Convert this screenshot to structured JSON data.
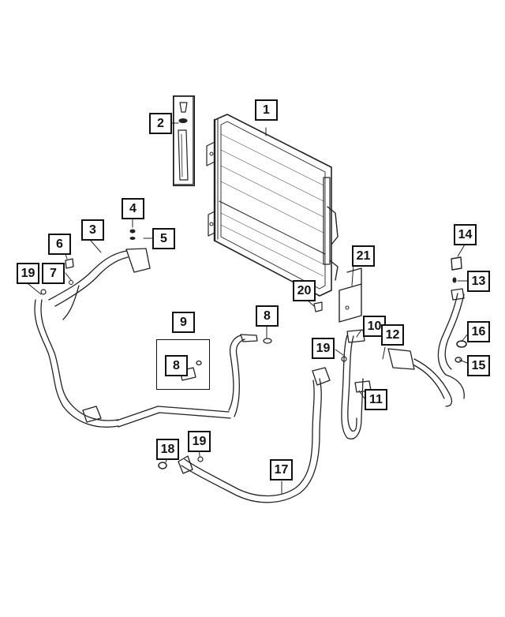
{
  "diagram": {
    "callouts": [
      {
        "id": "c1",
        "label": "1"
      },
      {
        "id": "c2",
        "label": "2"
      },
      {
        "id": "c3",
        "label": "3"
      },
      {
        "id": "c4",
        "label": "4"
      },
      {
        "id": "c5",
        "label": "5"
      },
      {
        "id": "c6",
        "label": "6"
      },
      {
        "id": "c7",
        "label": "7"
      },
      {
        "id": "c19a",
        "label": "19"
      },
      {
        "id": "c9",
        "label": "9"
      },
      {
        "id": "c8a",
        "label": "8"
      },
      {
        "id": "c8b",
        "label": "8"
      },
      {
        "id": "c20",
        "label": "20"
      },
      {
        "id": "c21",
        "label": "21"
      },
      {
        "id": "c14",
        "label": "14"
      },
      {
        "id": "c13",
        "label": "13"
      },
      {
        "id": "c10",
        "label": "10"
      },
      {
        "id": "c12",
        "label": "12"
      },
      {
        "id": "c16",
        "label": "16"
      },
      {
        "id": "c15",
        "label": "15"
      },
      {
        "id": "c19b",
        "label": "19"
      },
      {
        "id": "c11",
        "label": "11"
      },
      {
        "id": "c18",
        "label": "18"
      },
      {
        "id": "c19c",
        "label": "19"
      },
      {
        "id": "c17",
        "label": "17"
      }
    ]
  }
}
